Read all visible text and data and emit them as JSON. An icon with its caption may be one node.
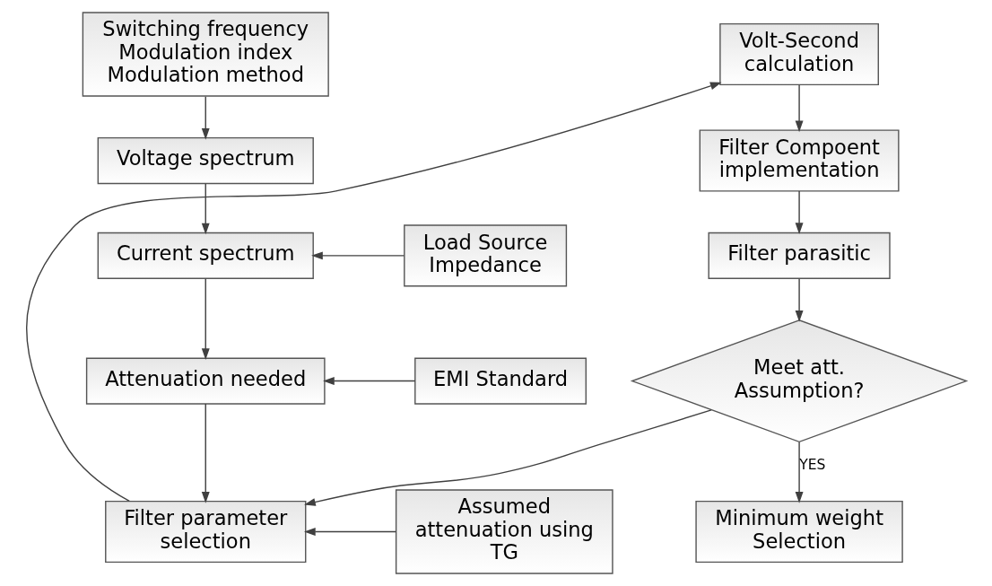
{
  "diagram": {
    "nodes": [
      {
        "text": [
          "Switching frequency Modulation index Modulation method"
        ]
      },
      {
        "text": [
          "Voltage spectrum"
        ]
      },
      {
        "text": [
          "Load Source Impedance"
        ]
      },
      {
        "text": [
          "Current spectrum"
        ]
      },
      {
        "text": [
          "EMI Standard"
        ]
      },
      {
        "text": [
          "Attenuation needed"
        ]
      },
      {
        "text": [
          "Assumed attenuation using TG"
        ]
      },
      {
        "text": [
          "Filter parameter selection"
        ]
      },
      {
        "text": [
          "Volt-Second calculation"
        ]
      },
      {
        "text": [
          "Filter Compoent implementation"
        ]
      },
      {
        "text": [
          "Filter parasitic"
        ]
      },
      {
        "text": [
          "Meet att. Assumption?"
        ]
      },
      {
        "text": [
          "Minimum weight Selection"
        ]
      }
    ],
    "edges": [
      {
        "from": 0,
        "to": 1,
        "arrow": "to"
      },
      {
        "from": 1,
        "to": 3,
        "arrow": "to"
      },
      {
        "from": 2,
        "to": 3,
        "arrow": "to"
      },
      {
        "from": 3,
        "to": 5,
        "arrow": "to"
      },
      {
        "from": 4,
        "to": 5,
        "arrow": "to"
      },
      {
        "from": 5,
        "to": 7,
        "arrow": "to"
      },
      {
        "from": 6,
        "to": 7,
        "arrow": "to"
      },
      {
        "from": 7,
        "to": 8,
        "arrow": "to"
      },
      {
        "from": 8,
        "to": 9,
        "arrow": "to"
      },
      {
        "from": 9,
        "to": 10,
        "arrow": "to"
      },
      {
        "from": 10,
        "to": 11,
        "arrow": "to"
      },
      {
        "from": 11,
        "to": 7,
        "arrow": "to"
      },
      {
        "from": 11,
        "to": 12,
        "arrow": "to",
        "label": "YES"
      }
    ]
  }
}
